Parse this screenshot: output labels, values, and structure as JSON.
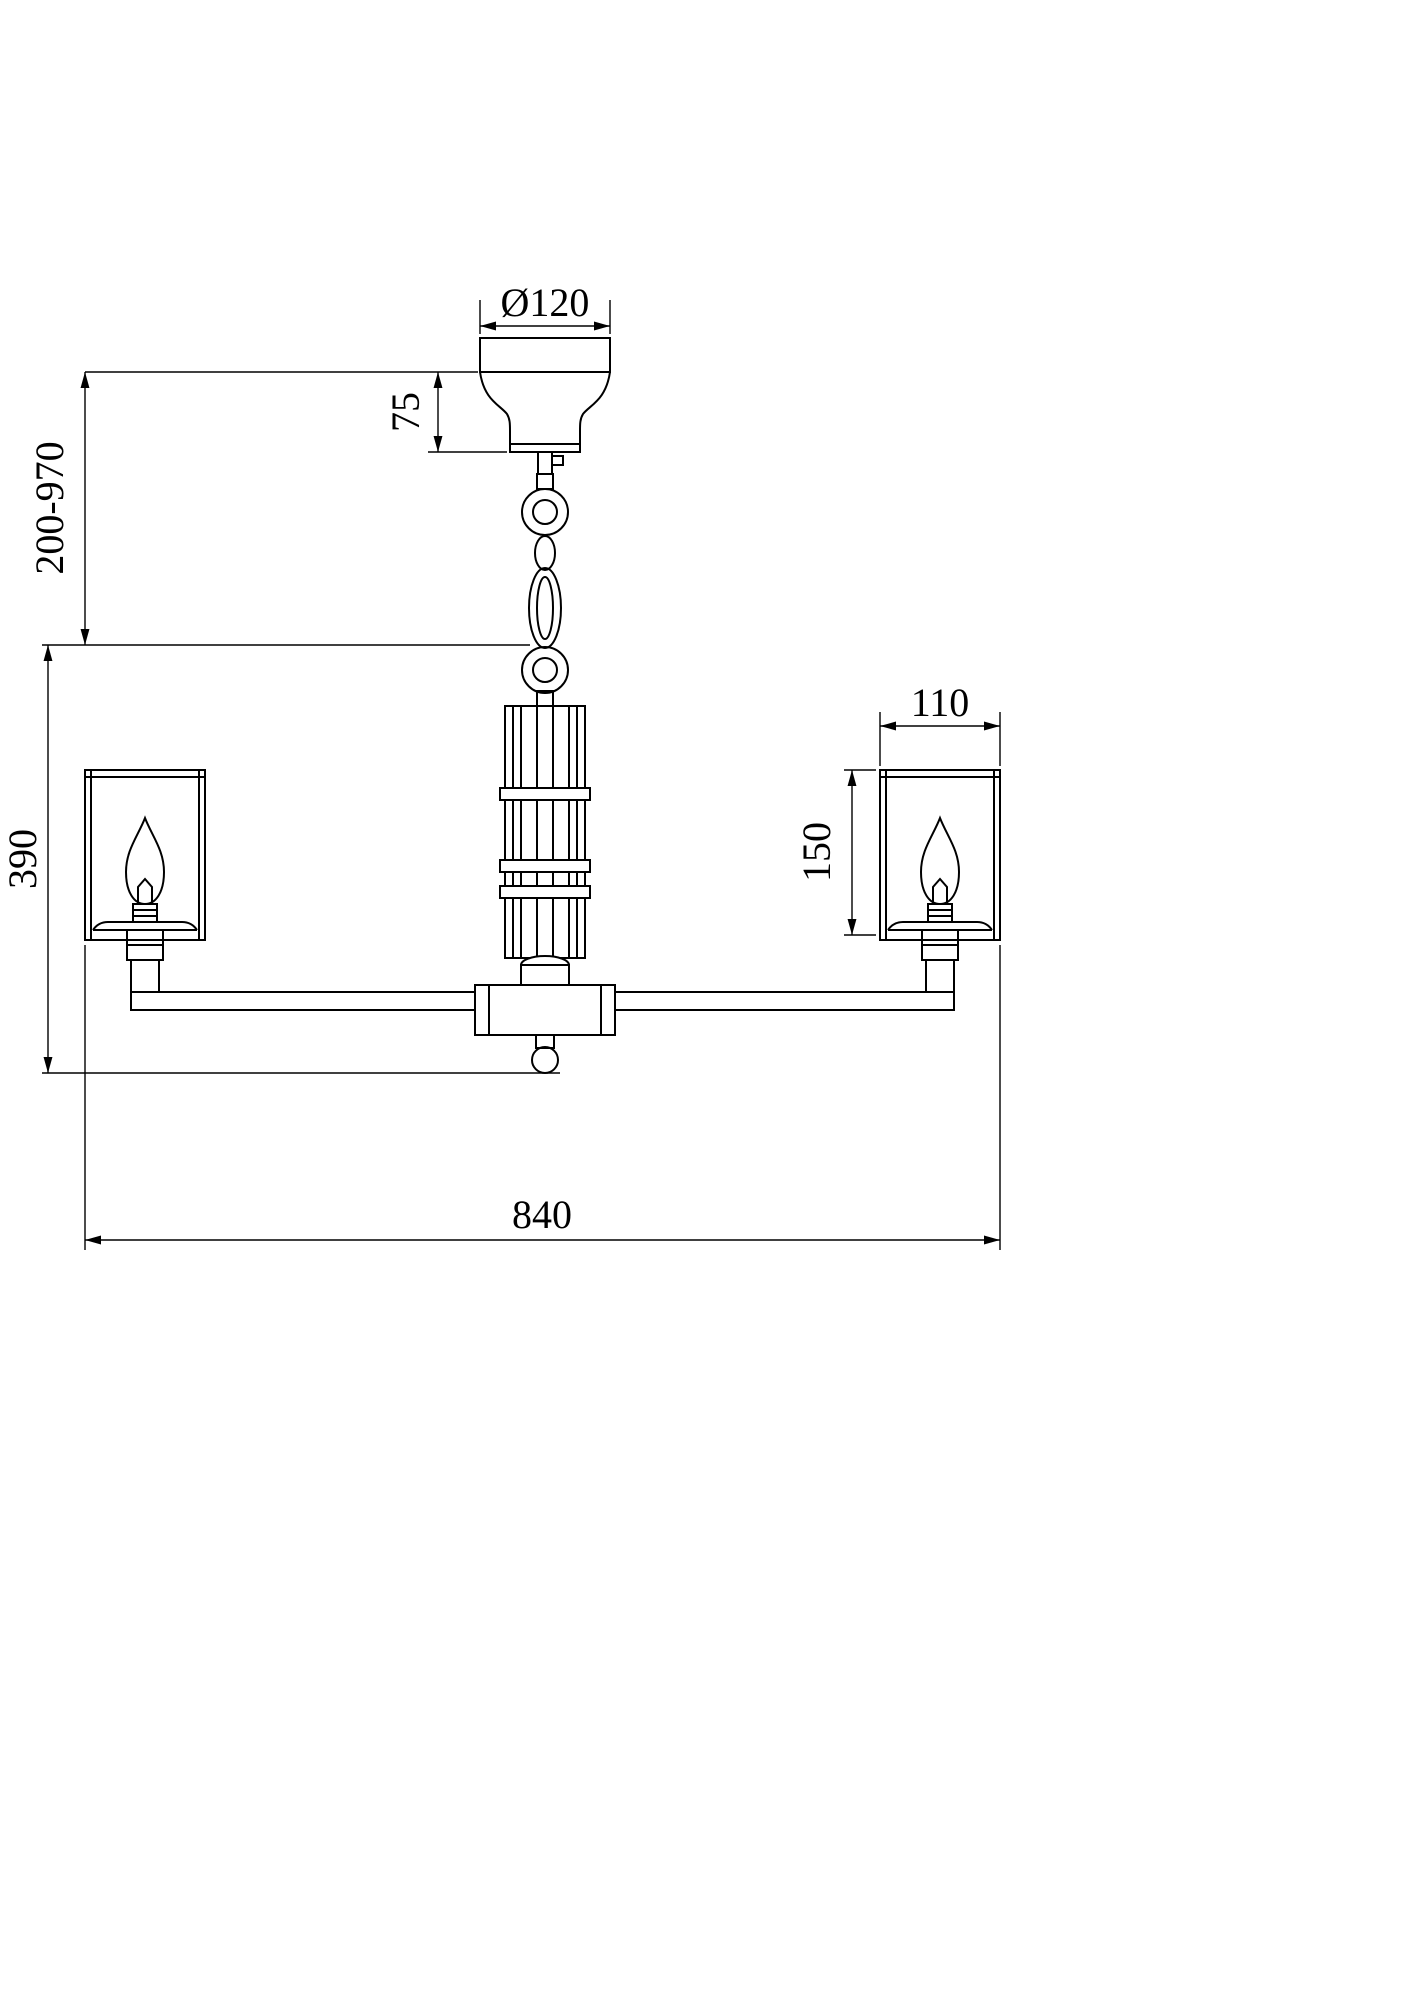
{
  "drawing": {
    "colors": {
      "line": "#000000",
      "background": "#ffffff"
    },
    "dimensions": {
      "canopy_diameter": "Ø120",
      "canopy_height": "75",
      "suspension_range": "200-970",
      "body_height": "390",
      "shade_width": "110",
      "shade_height": "150",
      "overall_width": "840"
    }
  }
}
